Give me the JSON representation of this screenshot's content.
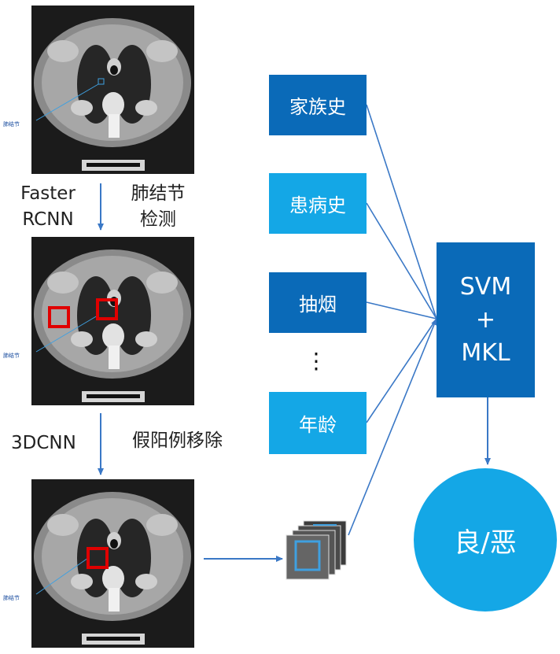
{
  "ct_scans": {
    "nodule_annotation_text": "肺结节"
  },
  "steps": {
    "detection_method": "Faster\nRCNN",
    "detection_task": "肺结节\n检测",
    "reduction_method": "3DCNN",
    "reduction_task": "假阳例移除"
  },
  "features": {
    "family_history": "家族史",
    "medical_history": "患病史",
    "smoking": "抽烟",
    "ellipsis": "⋮",
    "age": "年龄"
  },
  "classifier": {
    "line1": "SVM",
    "line2": "+",
    "line3": "MKL"
  },
  "result": "良/恶",
  "colors": {
    "dark_box": "#0a6ab8",
    "light_box": "#14a7e6",
    "arrow": "#3a78c6",
    "detection_box": "#e00000",
    "patch_box": "#3fa0e0"
  }
}
